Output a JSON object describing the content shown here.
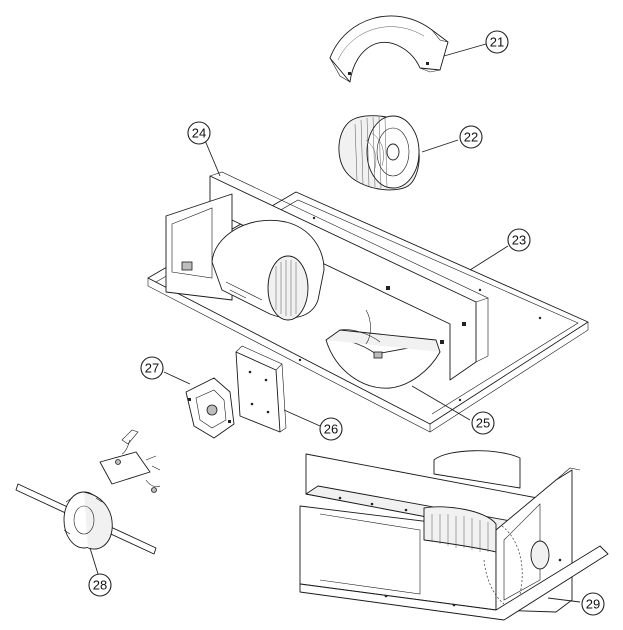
{
  "callouts": [
    {
      "label": "21",
      "part": "blower-housing-cover"
    },
    {
      "label": "22",
      "part": "blower-wheel"
    },
    {
      "label": "23",
      "part": "base-pan"
    },
    {
      "label": "24",
      "part": "blower-mounting-panel"
    },
    {
      "label": "25",
      "part": "blower-housing-lower"
    },
    {
      "label": "26",
      "part": "motor-mounting-plate"
    },
    {
      "label": "27",
      "part": "motor-bracket"
    },
    {
      "label": "28",
      "part": "blower-motor"
    },
    {
      "label": "29",
      "part": "assembled-unit-detail"
    }
  ]
}
